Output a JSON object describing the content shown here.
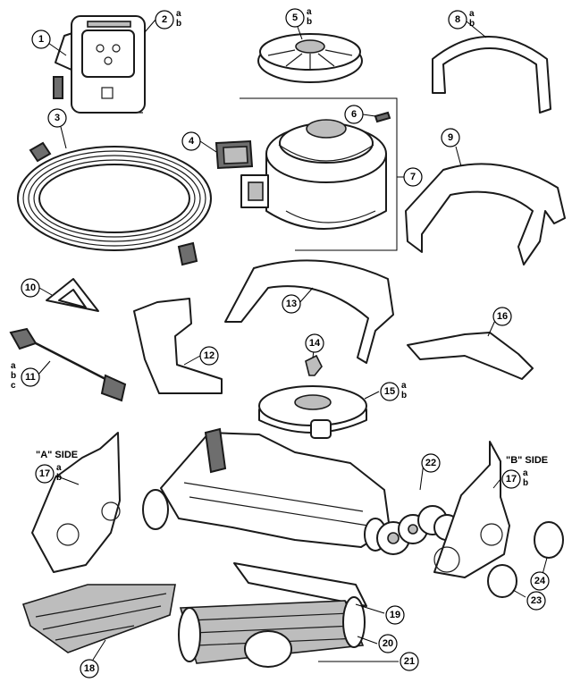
{
  "callouts": [
    {
      "num": "1",
      "sub": []
    },
    {
      "num": "2",
      "sub": [
        "a",
        "b"
      ]
    },
    {
      "num": "3",
      "sub": []
    },
    {
      "num": "4",
      "sub": []
    },
    {
      "num": "5",
      "sub": [
        "a",
        "b"
      ]
    },
    {
      "num": "6",
      "sub": []
    },
    {
      "num": "7",
      "sub": []
    },
    {
      "num": "8",
      "sub": [
        "a",
        "b"
      ]
    },
    {
      "num": "9",
      "sub": []
    },
    {
      "num": "10",
      "sub": []
    },
    {
      "num": "11",
      "sub": [
        "a",
        "b",
        "c"
      ]
    },
    {
      "num": "12",
      "sub": []
    },
    {
      "num": "13",
      "sub": []
    },
    {
      "num": "14",
      "sub": []
    },
    {
      "num": "15",
      "sub": [
        "a",
        "b"
      ]
    },
    {
      "num": "16",
      "sub": []
    },
    {
      "num": "17",
      "sub": [
        "a",
        "b"
      ]
    },
    {
      "num": "17",
      "sub": [
        "a",
        "b"
      ]
    },
    {
      "num": "18",
      "sub": []
    },
    {
      "num": "19",
      "sub": []
    },
    {
      "num": "20",
      "sub": []
    },
    {
      "num": "21",
      "sub": []
    },
    {
      "num": "22",
      "sub": []
    },
    {
      "num": "23",
      "sub": []
    },
    {
      "num": "24",
      "sub": []
    }
  ],
  "side_labels": {
    "a_side": "\"A\" SIDE",
    "b_side": "\"B\" SIDE"
  }
}
